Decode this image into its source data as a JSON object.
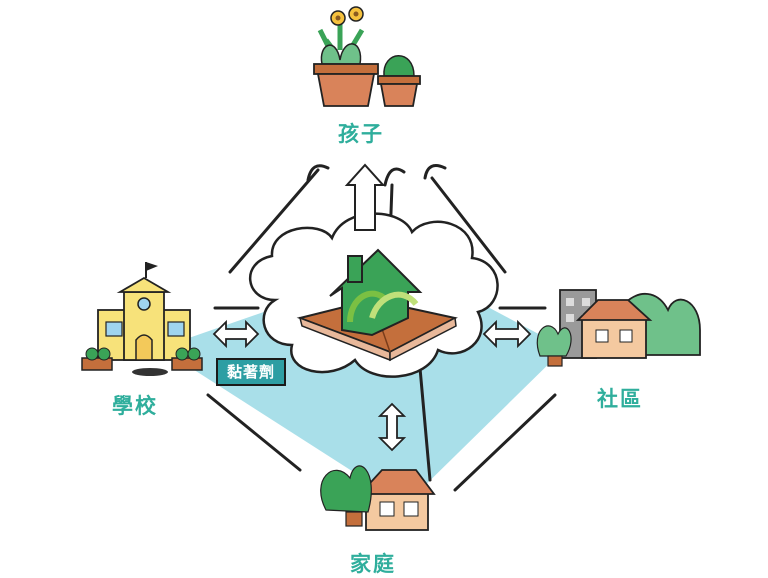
{
  "nodes": {
    "child": "孩子",
    "school": "學校",
    "community": "社區",
    "home": "家庭"
  },
  "center_tag": "黏著劑",
  "colors": {
    "label_teal": "#2fae9c",
    "diamond_fill": "#a9dfe9",
    "house_green": "#3aa357",
    "book_brown": "#c46f3c",
    "school_yellow": "#f7e27a",
    "tag_bg": "#2d9ea3"
  },
  "icons": [
    "flower-pot-icon",
    "cactus-pot-icon",
    "school-building-icon",
    "city-houses-icon",
    "family-house-icon",
    "green-house-book-icon",
    "arrow-up-icon",
    "double-arrow-icon"
  ]
}
